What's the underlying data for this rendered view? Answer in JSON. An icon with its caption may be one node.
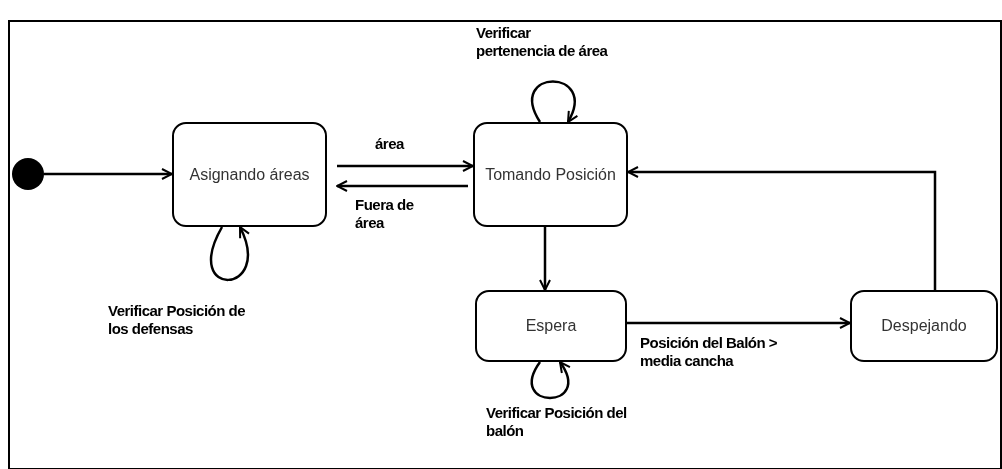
{
  "diagram": {
    "nodes": [
      {
        "text": [],
        "shape": "circle"
      },
      {
        "text": [
          "Asignando áreas"
        ]
      },
      {
        "text": [
          "Tomando Posición"
        ]
      },
      {
        "text": [
          "Espera"
        ]
      },
      {
        "text": [
          "Despejando"
        ]
      }
    ],
    "edges": [
      {
        "from": 0,
        "to": 1,
        "arrow": "to"
      },
      {
        "from": 1,
        "to": 2,
        "arrow": "to",
        "label": "área"
      },
      {
        "from": 2,
        "to": 1,
        "arrow": "to",
        "label": "Fuera de área"
      },
      {
        "from": 1,
        "to": 1,
        "arrow": "to",
        "label": "Verificar Posición de los defensas"
      },
      {
        "from": 2,
        "to": 2,
        "arrow": "to",
        "label": "Verificar pertenencia de área"
      },
      {
        "from": 2,
        "to": 3,
        "arrow": "to"
      },
      {
        "from": 3,
        "to": 3,
        "arrow": "to",
        "label": "Verificar Posición del balón"
      },
      {
        "from": 3,
        "to": 4,
        "arrow": "to",
        "label": "Posición del Balón > media cancha"
      },
      {
        "from": 4,
        "to": 2,
        "arrow": "to"
      }
    ]
  }
}
